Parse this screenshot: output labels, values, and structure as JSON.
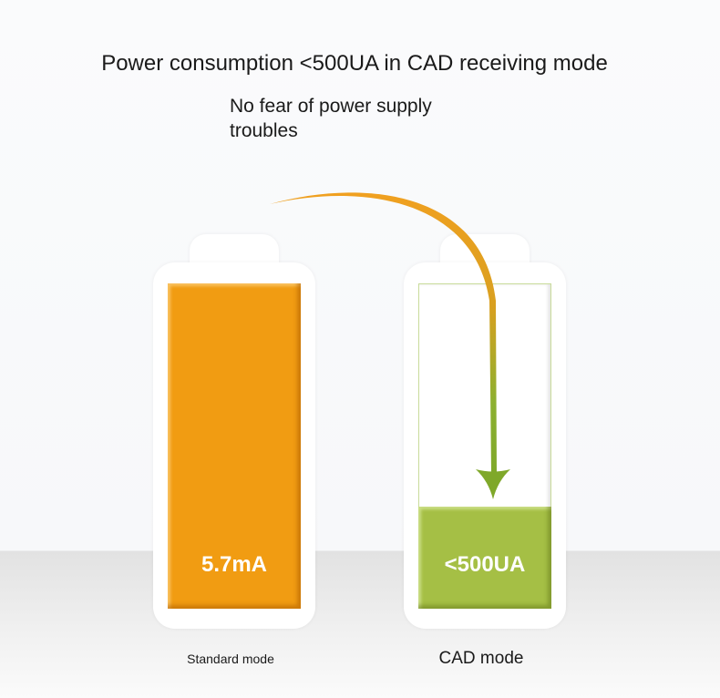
{
  "headline": "Power consumption <500UA in CAD receiving mode",
  "subheadline": "No fear of power supply troubles",
  "batteries": [
    {
      "mode": "Standard mode",
      "value": "5.7mA",
      "fill_percent": 100,
      "color": "#f19c12"
    },
    {
      "mode": "CAD mode",
      "value": "<500UA",
      "fill_percent": 31,
      "color": "#a5bf45"
    }
  ]
}
